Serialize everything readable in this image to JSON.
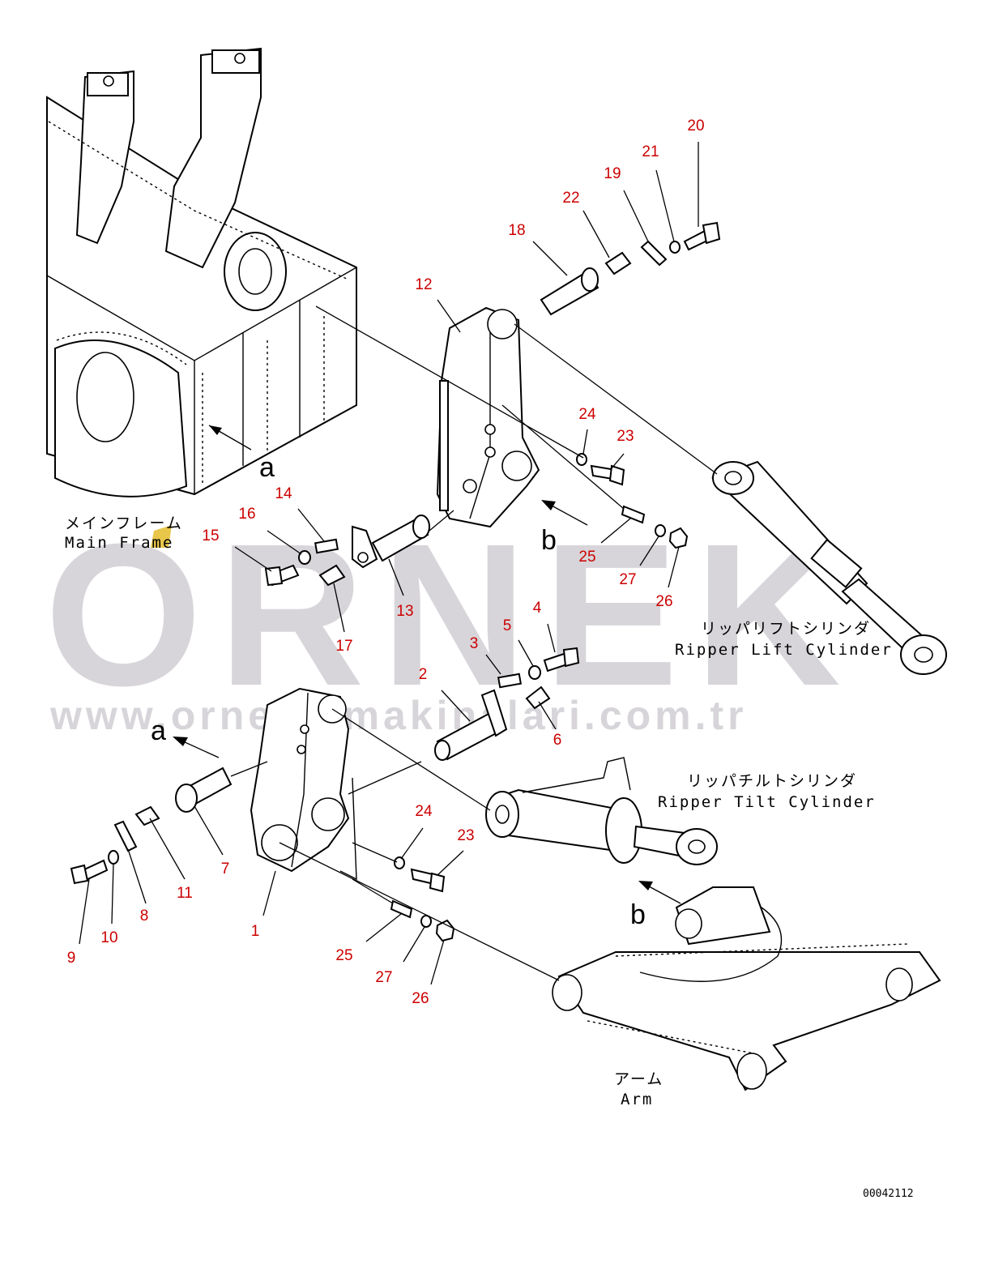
{
  "watermark": {
    "brand": "ORNEK",
    "url": "www.ornekismakinalari.com.tr",
    "brand_color": "#d7d5d9",
    "accent_color": "#e8c64a"
  },
  "labels": {
    "main_frame_jp": "メインフレーム",
    "main_frame_en": "Main Frame",
    "ripper_lift_jp": "リッパリフトシリンダ",
    "ripper_lift_en": "Ripper Lift Cylinder",
    "ripper_tilt_jp": "リッパチルトシリンダ",
    "ripper_tilt_en": "Ripper Tilt Cylinder",
    "arm_jp": "アーム",
    "arm_en": "Arm",
    "view_a": "a",
    "view_b": "b",
    "drawing_number": "00042112"
  },
  "callout_color": "#cc0000",
  "callouts": [
    {
      "id": "1",
      "text": "1"
    },
    {
      "id": "2",
      "text": "2"
    },
    {
      "id": "3",
      "text": "3"
    },
    {
      "id": "4",
      "text": "4"
    },
    {
      "id": "5",
      "text": "5"
    },
    {
      "id": "6",
      "text": "6"
    },
    {
      "id": "7",
      "text": "7"
    },
    {
      "id": "8",
      "text": "8"
    },
    {
      "id": "9",
      "text": "9"
    },
    {
      "id": "10",
      "text": "10"
    },
    {
      "id": "11",
      "text": "11"
    },
    {
      "id": "12",
      "text": "12"
    },
    {
      "id": "13",
      "text": "13"
    },
    {
      "id": "14",
      "text": "14"
    },
    {
      "id": "15",
      "text": "15"
    },
    {
      "id": "16",
      "text": "16"
    },
    {
      "id": "17",
      "text": "17"
    },
    {
      "id": "18",
      "text": "18"
    },
    {
      "id": "19",
      "text": "19"
    },
    {
      "id": "20",
      "text": "20"
    },
    {
      "id": "21",
      "text": "21"
    },
    {
      "id": "22",
      "text": "22"
    },
    {
      "id": "23a",
      "text": "23"
    },
    {
      "id": "24a",
      "text": "24"
    },
    {
      "id": "25a",
      "text": "25"
    },
    {
      "id": "26a",
      "text": "26"
    },
    {
      "id": "27a",
      "text": "27"
    },
    {
      "id": "23b",
      "text": "23"
    },
    {
      "id": "24b",
      "text": "24"
    },
    {
      "id": "25b",
      "text": "25"
    },
    {
      "id": "26b",
      "text": "26"
    },
    {
      "id": "27b",
      "text": "27"
    }
  ]
}
